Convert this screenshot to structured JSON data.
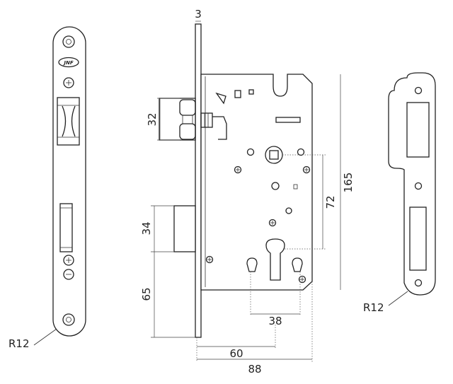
{
  "dimensions": {
    "faceplate_thickness": "3",
    "latch_height": "32",
    "bolt_height": "34",
    "bolt_offset": "65",
    "spindle_to_cylinder": "72",
    "case_height": "165",
    "cylinder_to_edge": "38",
    "backset": "60",
    "case_depth": "88"
  },
  "radius_labels": {
    "faceplate": "R12",
    "strike_plate": "R12"
  },
  "logo_text": "JNF"
}
